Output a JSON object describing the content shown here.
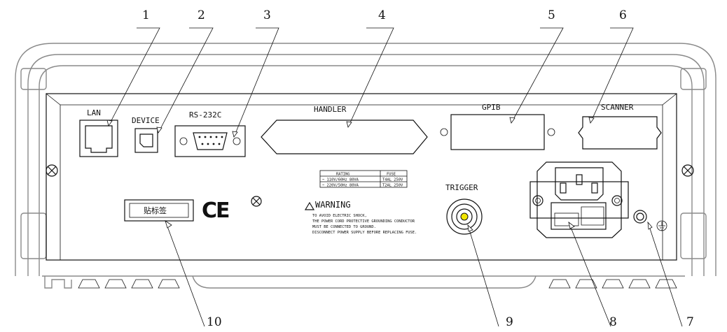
{
  "callouts": [
    "1",
    "2",
    "3",
    "4",
    "5",
    "6",
    "7",
    "8",
    "9",
    "10"
  ],
  "ports": {
    "lan": "LAN",
    "device": "DEVICE",
    "rs232": "RS-232C",
    "handler": "HANDLER",
    "gpib": "GPIB",
    "scanner": "SCANNER",
    "trigger": "TRIGGER"
  },
  "rating_table": {
    "headers": [
      "RATING",
      "FUSE"
    ],
    "rows": [
      [
        "~ 110V/60Hz  80VA",
        "T4AL 250V"
      ],
      [
        "~ 220V/50Hz  80VA",
        "T2AL 250V"
      ]
    ]
  },
  "warning": {
    "title": "WARNING",
    "lines": [
      "TO AVOID ELECTRIC SHOCK,",
      "THE POWER CORD PROTECTIVE GROUNDING CONDUCTOR",
      "MUST BE CONNECTED TO GROUND.",
      "DISCONNECT POWER SUPPLY BEFORE REPLACING FUSE."
    ]
  },
  "label_slot": "贴标签",
  "ce_mark": "CE",
  "colors": {
    "line": "#111111",
    "bezel": "#8a8a8a",
    "trigger_center": "#f2e600"
  }
}
